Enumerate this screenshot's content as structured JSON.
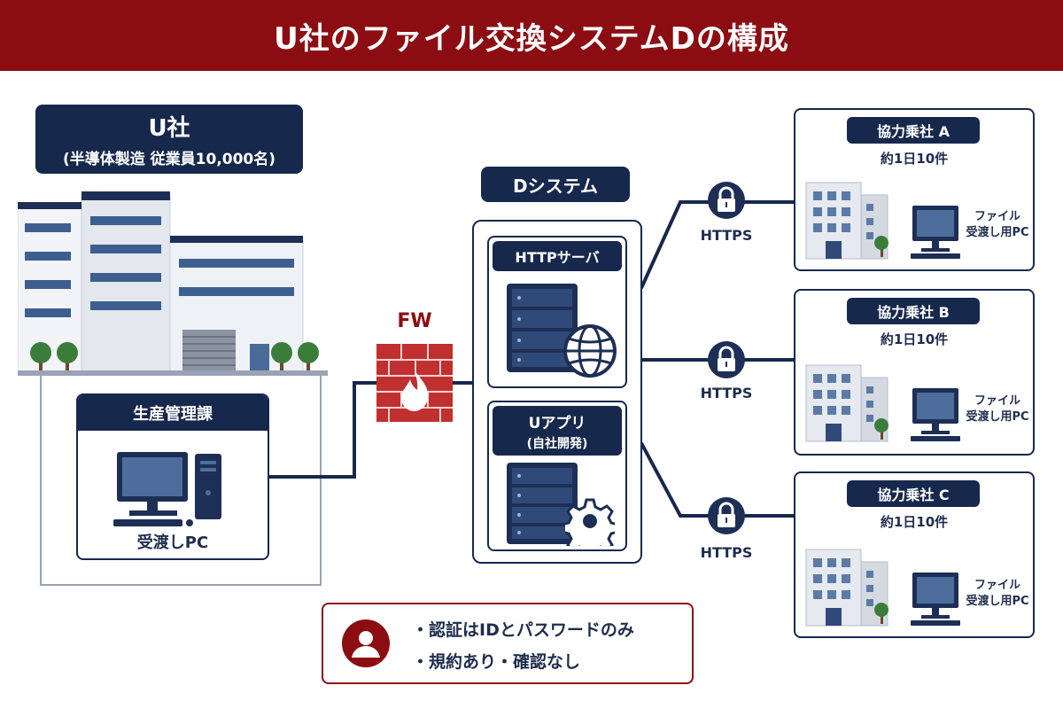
{
  "title": "U社のファイル交換システムDの構成",
  "company": {
    "name": "U社",
    "description": "(半導体製造 従業員10,000名)",
    "department": {
      "name": "生産管理課",
      "pc_label": "受渡しPC"
    }
  },
  "firewall": {
    "label": "FW"
  },
  "d_system": {
    "label": "Dシステム",
    "http_server": {
      "label": "HTTPサーバ"
    },
    "app": {
      "label": "Uアプリ",
      "sublabel": "(自社開発)"
    }
  },
  "connection_label": "HTTPS",
  "partners": [
    {
      "name": "協力乗社 A",
      "frequency": "約1日10件",
      "pc_line1": "ファイル",
      "pc_line2": "受渡し用PC"
    },
    {
      "name": "協力乗社 B",
      "frequency": "約1日10件",
      "pc_line1": "ファイル",
      "pc_line2": "受渡し用PC"
    },
    {
      "name": "協力乗社 C",
      "frequency": "約1日10件",
      "pc_line1": "ファイル",
      "pc_line2": "受渡し用PC"
    }
  ],
  "notes": [
    "・認証はIDとパスワードのみ",
    "・規約あり・確認なし"
  ],
  "colors": {
    "title_bar": "#8b0d12",
    "navy": "#17284d",
    "firewall_red": "#c0302f",
    "note_border": "#8b0d12"
  }
}
